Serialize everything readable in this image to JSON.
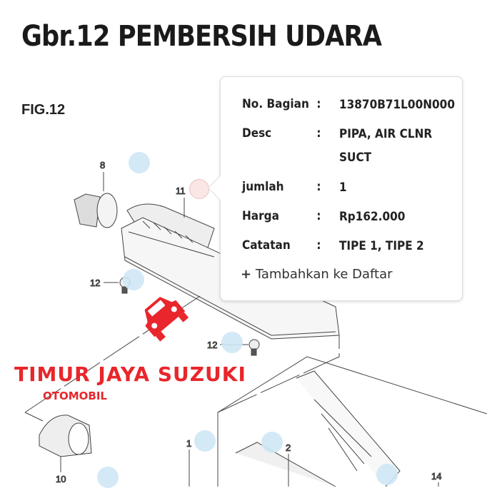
{
  "page_title": "Gbr.12 PEMBERSIH UDARA",
  "figure_label": "FIG.12",
  "diagram": {
    "callouts": [
      "8",
      "11",
      "12",
      "12",
      "10",
      "1",
      "2",
      "14"
    ],
    "hotspot_colors": {
      "normal": "#cfe7f5",
      "selected": "#fbe4e4"
    }
  },
  "popup": {
    "rows": [
      {
        "label": "No. Bagian",
        "value": "13870B71L00N000"
      },
      {
        "label": "Desc",
        "value": "PIPA, AIR CLNR",
        "value2": "SUCT"
      },
      {
        "label": "jumlah",
        "value": "1"
      },
      {
        "label": "Harga",
        "value": "Rp162.000"
      },
      {
        "label": "Catatan",
        "value": "TIPE 1, TIPE 2"
      }
    ],
    "colon": ":",
    "add_icon": "plus-icon",
    "add_label": "Tambahkan ke Daftar"
  },
  "watermark": {
    "line1": "TIMUR JAYA SUZUKI",
    "line2": "OTOMOBIL",
    "color": "#e8262b"
  }
}
